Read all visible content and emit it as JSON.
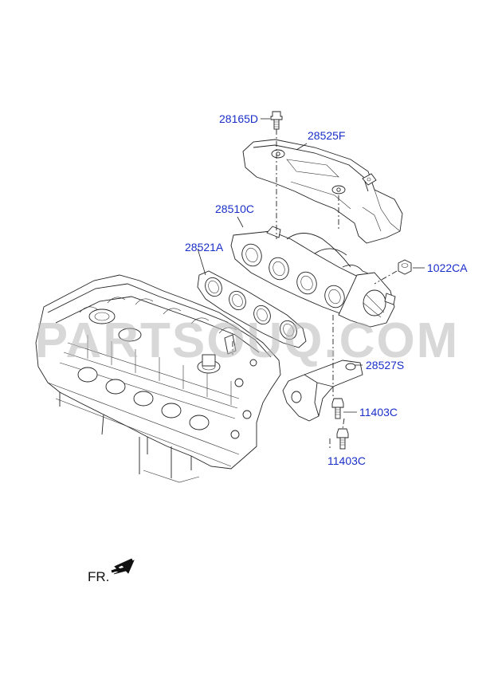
{
  "watermark": "PARTSOUQ.COM",
  "callouts": [
    {
      "id": "28165D",
      "label": "28165D"
    },
    {
      "id": "28525F",
      "label": "28525F"
    },
    {
      "id": "28510C",
      "label": "28510C"
    },
    {
      "id": "28521A",
      "label": "28521A"
    },
    {
      "id": "1022CA",
      "label": "1022CA"
    },
    {
      "id": "28527S",
      "label": "28527S"
    },
    {
      "id": "11403C_a",
      "label": "11403C"
    },
    {
      "id": "11403C_b",
      "label": "11403C"
    }
  ],
  "direction": {
    "label": "FR."
  },
  "colors": {
    "callout": "#1a2fc9",
    "line": "#222222",
    "watermark": "#b9b9b9"
  }
}
